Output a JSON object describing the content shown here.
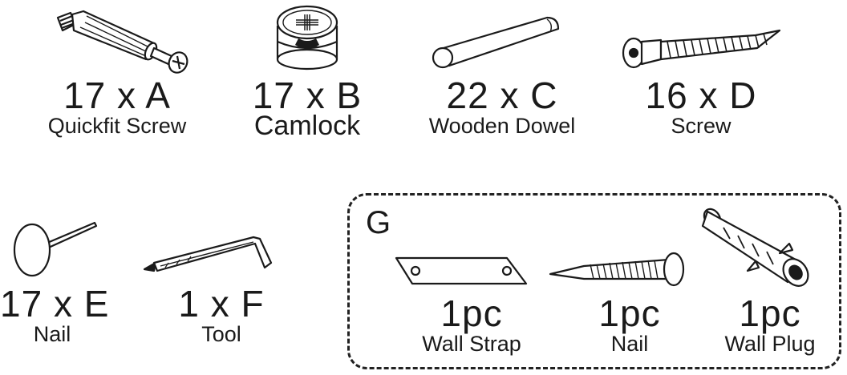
{
  "parts": [
    {
      "id": "A",
      "quantity": "17 x A",
      "name": "Quickfit Screw"
    },
    {
      "id": "B",
      "quantity": "17 x B",
      "name": "Camlock"
    },
    {
      "id": "C",
      "quantity": "22 x C",
      "name": "Wooden Dowel"
    },
    {
      "id": "D",
      "quantity": "16 x D",
      "name": "Screw"
    },
    {
      "id": "E",
      "quantity": "17 x E",
      "name": "Nail"
    },
    {
      "id": "F",
      "quantity": "1 x F",
      "name": "Tool"
    }
  ],
  "group_g": {
    "letter": "G",
    "items": [
      {
        "quantity": "1pc",
        "name": "Wall Strap"
      },
      {
        "quantity": "1pc",
        "name": "Nail"
      },
      {
        "quantity": "1pc",
        "name": "Wall Plug"
      }
    ]
  },
  "colors": {
    "ink": "#1a1a1a",
    "paper": "#ffffff"
  }
}
